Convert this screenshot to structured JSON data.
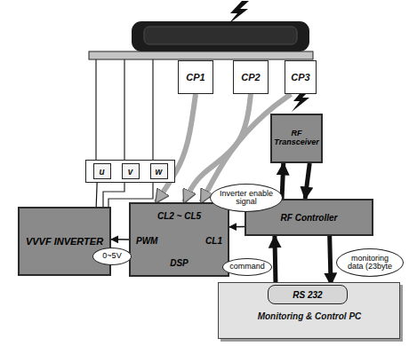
{
  "diagram": {
    "nodes": [
      {
        "text": [
          "CP1"
        ]
      },
      {
        "text": [
          "CP2"
        ]
      },
      {
        "text": [
          "CP3"
        ]
      },
      {
        "text": [
          "RF Transceiver"
        ]
      },
      {
        "text": [
          "u",
          "v",
          "w"
        ]
      },
      {
        "text": [
          "VVVF INVERTER"
        ]
      },
      {
        "text": [
          "CL2 ~ CL5",
          "PWM",
          "CL1",
          "DSP"
        ]
      },
      {
        "text": [
          "RF Controller"
        ]
      },
      {
        "text": [
          "Monitoring & Control PC"
        ]
      },
      {
        "text": [
          "RS 232"
        ],
        "in": 8
      }
    ],
    "edges": [
      {
        "from": 0,
        "to": 6,
        "arrow": "to"
      },
      {
        "from": 1,
        "to": 6,
        "arrow": "to"
      },
      {
        "from": 2,
        "to": 6,
        "arrow": "to"
      },
      {
        "from": 4,
        "to": 5,
        "arrow": "none"
      },
      {
        "from": 6,
        "to": 5,
        "arrow": "to",
        "label": "0~5V"
      },
      {
        "from": 7,
        "to": 6,
        "arrow": "to",
        "label": "Inverter enable signal"
      },
      {
        "from": 7,
        "to": 3,
        "arrow": "to"
      },
      {
        "from": 3,
        "to": 7,
        "arrow": "to"
      },
      {
        "from": 9,
        "to": 7,
        "arrow": "to",
        "label": "command"
      },
      {
        "from": 7,
        "to": 9,
        "arrow": "to",
        "label": "monitoring data (23byte"
      }
    ]
  }
}
